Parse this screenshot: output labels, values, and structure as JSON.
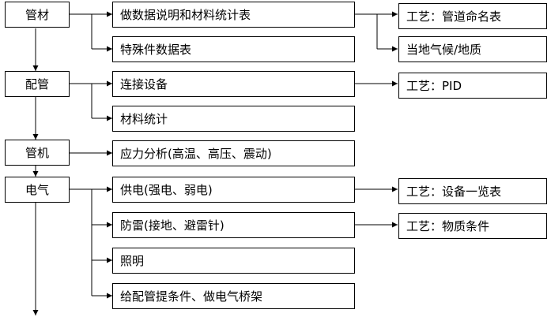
{
  "stages": [
    {
      "id": "s1",
      "label": "管材"
    },
    {
      "id": "s2",
      "label": "配管"
    },
    {
      "id": "s3",
      "label": "管机"
    },
    {
      "id": "s4",
      "label": "电气"
    }
  ],
  "tasks": [
    {
      "id": "t1",
      "label": "做数据说明和材料统计表"
    },
    {
      "id": "t2",
      "label": "特殊件数据表"
    },
    {
      "id": "t3",
      "label": "连接设备"
    },
    {
      "id": "t4",
      "label": "材料统计"
    },
    {
      "id": "t5",
      "label": "应力分析(高温、高压、震动)"
    },
    {
      "id": "t6",
      "label": "供电(强电、弱电)"
    },
    {
      "id": "t7",
      "label": "防雷(接地、避雷针)"
    },
    {
      "id": "t8",
      "label": "照明"
    },
    {
      "id": "t9",
      "label": "给配管提条件、做电气桥架"
    }
  ],
  "notes": [
    {
      "id": "n1",
      "label": "工艺：管道命名表"
    },
    {
      "id": "n2",
      "label": "当地气候/地质"
    },
    {
      "id": "n3",
      "label": "工艺：PID"
    },
    {
      "id": "n4",
      "label": "工艺：设备一览表"
    },
    {
      "id": "n5",
      "label": "工艺：物质条件"
    }
  ]
}
